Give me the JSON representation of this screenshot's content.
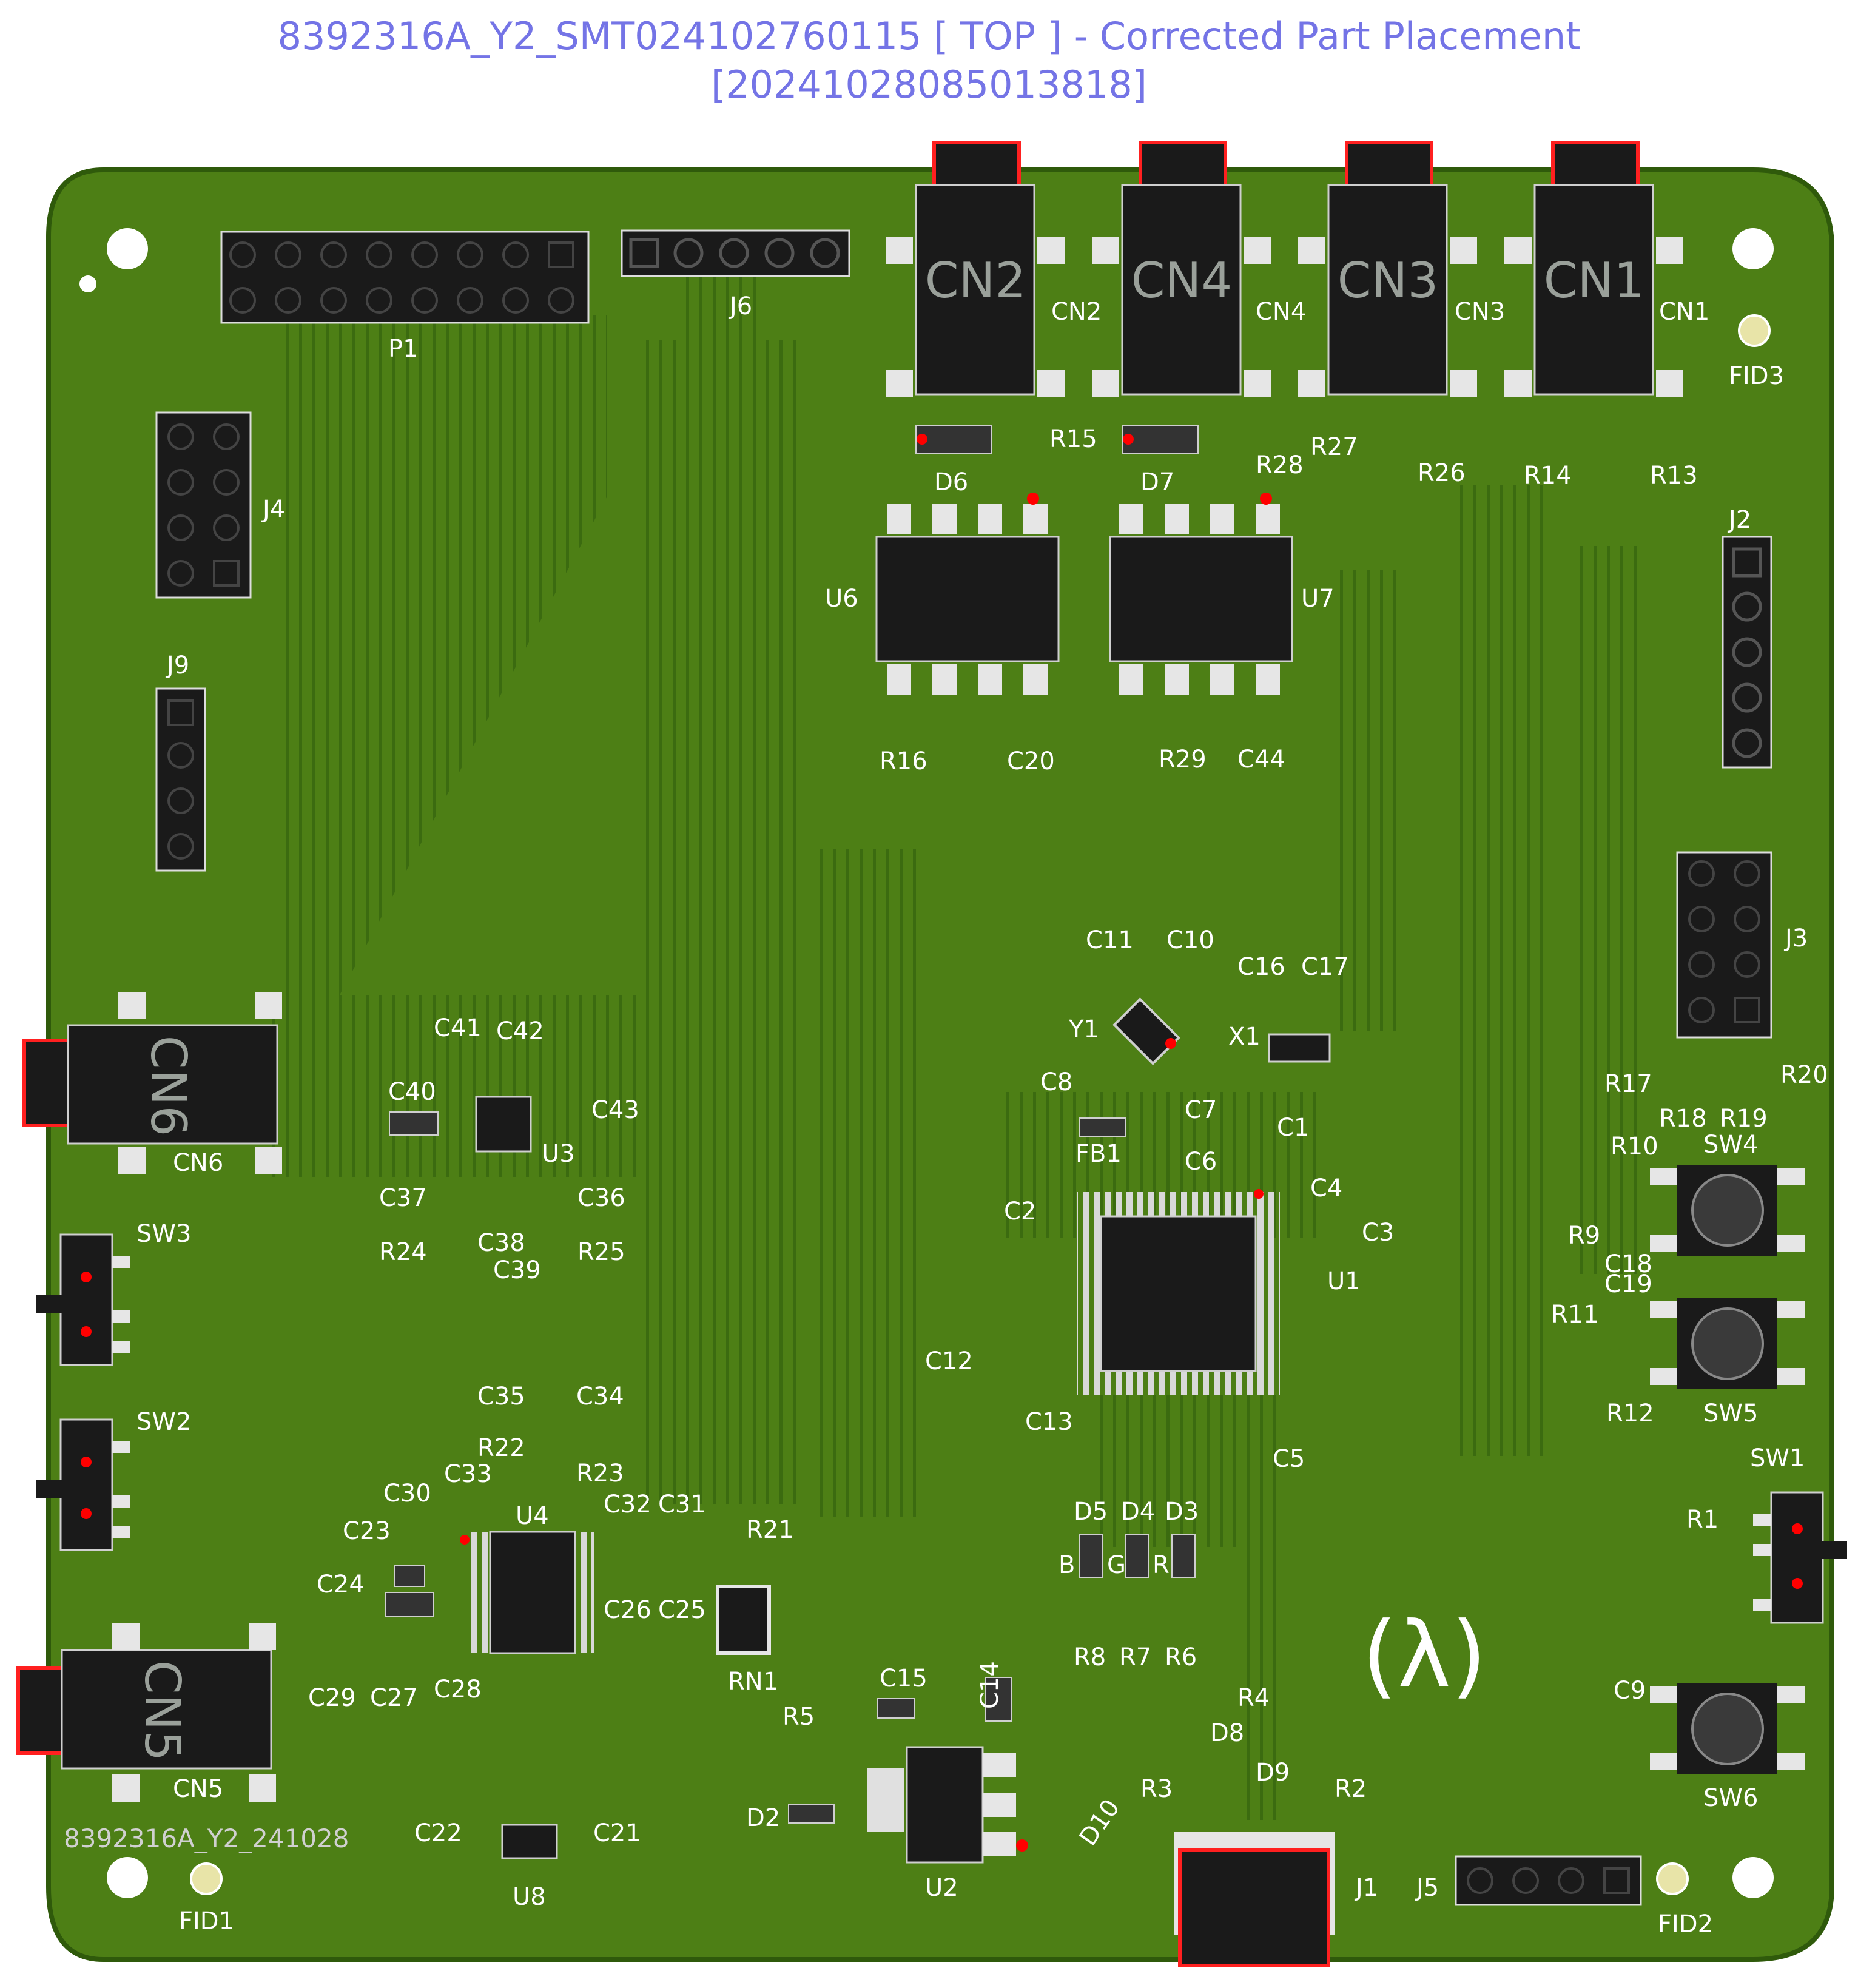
{
  "title": {
    "line1": "8392316A_Y2_SMT024102760115 [ TOP ] - Corrected Part Placement",
    "line2": "[20241028085013818]"
  },
  "colors": {
    "board": "#4d7f15",
    "board_dark": "#2f5a0b",
    "pad": "#e6e6e6",
    "part_body": "#1a1a1a",
    "red_marker": "#ff0000",
    "title_text": "#7474e6",
    "label_text": "#ffffff"
  },
  "board_silkscreen": "8392316A_Y2_241028",
  "logo": "(λ)",
  "led_letters": [
    "B",
    "G",
    "R"
  ],
  "connectors": {
    "cn1": "CN1",
    "cn2": "CN2",
    "cn3": "CN3",
    "cn4": "CN4",
    "cn5": "CN5",
    "cn6": "CN6",
    "j1": "J1",
    "j2": "J2",
    "j3": "J3",
    "j4": "J4",
    "j5": "J5",
    "j6": "J6",
    "j9": "J9",
    "p1": "P1"
  },
  "ics": {
    "u1": "U1",
    "u2": "U2",
    "u3": "U3",
    "u4": "U4",
    "u6": "U6",
    "u7": "U7",
    "u8": "U8"
  },
  "switches": {
    "sw1": "SW1",
    "sw2": "SW2",
    "sw3": "SW3",
    "sw4": "SW4",
    "sw5": "SW5",
    "sw6": "SW6"
  },
  "fiducials": {
    "fid1": "FID1",
    "fid2": "FID2",
    "fid3": "FID3"
  },
  "misc": {
    "y1": "Y1",
    "x1": "X1",
    "fb1": "FB1",
    "rn1": "RN1"
  },
  "diodes": {
    "d2": "D2",
    "d3": "D3",
    "d4": "D4",
    "d5": "D5",
    "d6": "D6",
    "d7": "D7",
    "d8": "D8",
    "d9": "D9",
    "d10": "D10"
  },
  "resistors": {
    "r1": "R1",
    "r2": "R2",
    "r3": "R3",
    "r4": "R4",
    "r5": "R5",
    "r6": "R6",
    "r7": "R7",
    "r8": "R8",
    "r9": "R9",
    "r10": "R10",
    "r11": "R11",
    "r12": "R12",
    "r13": "R13",
    "r14": "R14",
    "r15": "R15",
    "r16": "R16",
    "r17": "R17",
    "r18": "R18",
    "r19": "R19",
    "r20": "R20",
    "r21": "R21",
    "r22": "R22",
    "r23": "R23",
    "r24": "R24",
    "r25": "R25",
    "r26": "R26",
    "r27": "R27",
    "r28": "R28",
    "r29": "R29"
  },
  "capacitors": {
    "c1": "C1",
    "c2": "C2",
    "c3": "C3",
    "c4": "C4",
    "c5": "C5",
    "c6": "C6",
    "c7": "C7",
    "c8": "C8",
    "c9": "C9",
    "c10": "C10",
    "c11": "C11",
    "c12": "C12",
    "c13": "C13",
    "c14": "C14",
    "c15": "C15",
    "c16": "C16",
    "c17": "C17",
    "c18": "C18",
    "c19": "C19",
    "c20": "C20",
    "c21": "C21",
    "c22": "C22",
    "c23": "C23",
    "c24": "C24",
    "c25": "C25",
    "c26": "C26",
    "c27": "C27",
    "c28": "C28",
    "c29": "C29",
    "c30": "C30",
    "c31": "C31",
    "c32": "C32",
    "c33": "C33",
    "c34": "C34",
    "c35": "C35",
    "c36": "C36",
    "c37": "C37",
    "c38": "C38",
    "c39": "C39",
    "c40": "C40",
    "c41": "C41",
    "c42": "C42",
    "c43": "C43",
    "c44": "C44"
  }
}
